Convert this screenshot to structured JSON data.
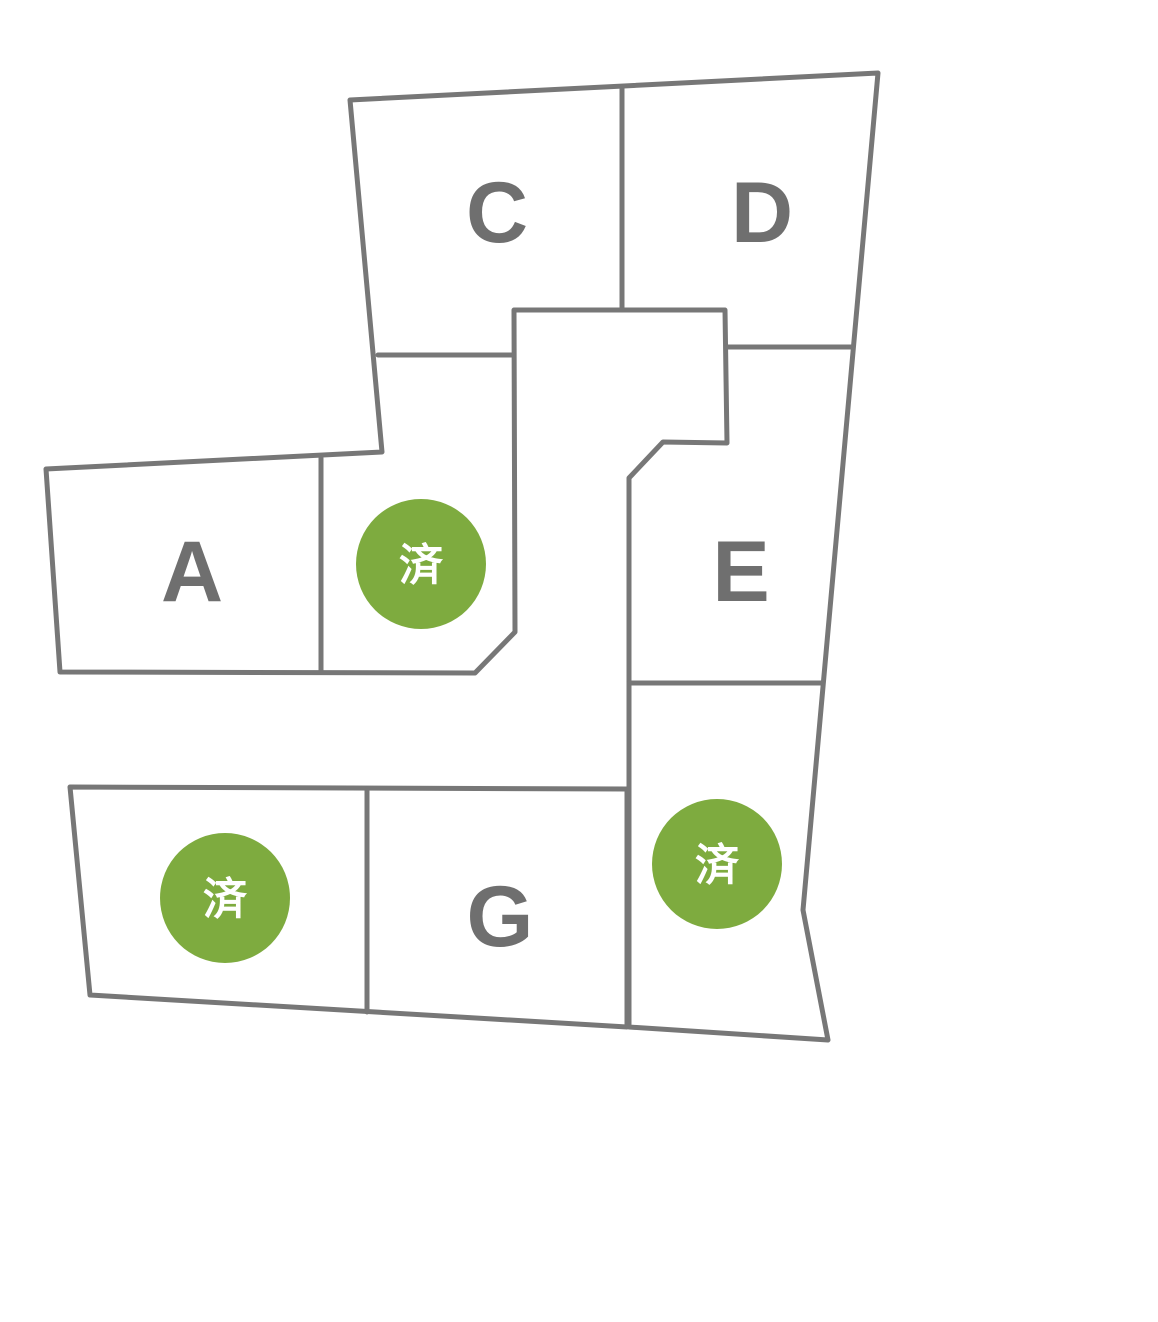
{
  "lots": [
    {
      "id": "A",
      "label": "A",
      "sold": false
    },
    {
      "id": "B",
      "label": "",
      "sold": true
    },
    {
      "id": "C",
      "label": "C",
      "sold": false
    },
    {
      "id": "D",
      "label": "D",
      "sold": false
    },
    {
      "id": "E",
      "label": "E",
      "sold": false
    },
    {
      "id": "F",
      "label": "",
      "sold": true
    },
    {
      "id": "G",
      "label": "G",
      "sold": false
    },
    {
      "id": "H",
      "label": "",
      "sold": true
    }
  ],
  "sold_badge": {
    "text": "済",
    "color": "#7eab3f"
  },
  "colors": {
    "outline": "#777777",
    "label": "#6f6f6f",
    "background": "#ffffff"
  }
}
